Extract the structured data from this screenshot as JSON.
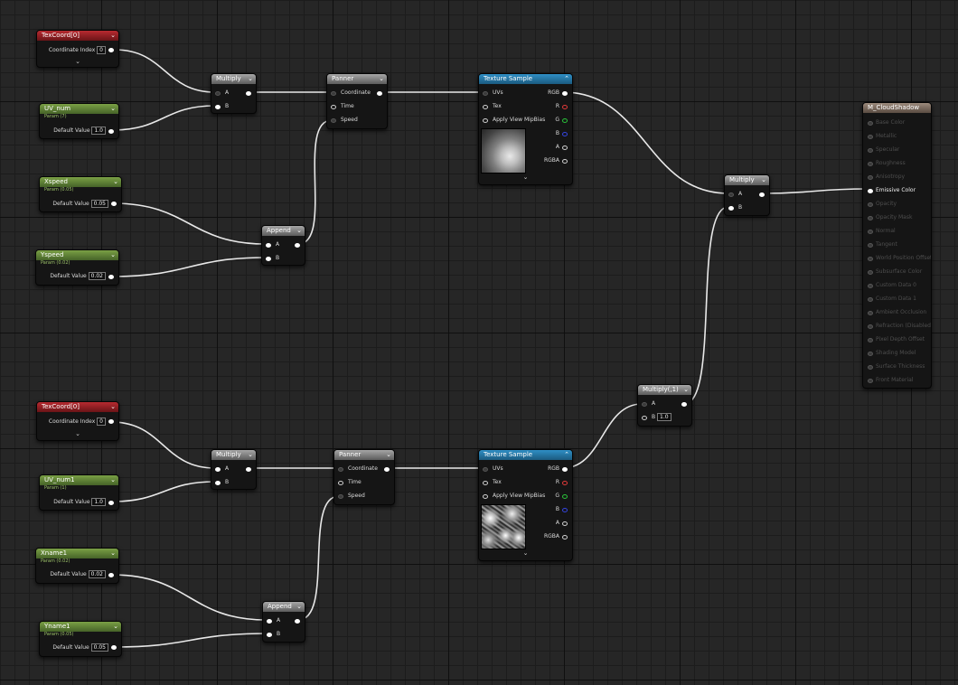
{
  "nodes": {
    "texcoord_top": {
      "title": "TexCoord[0]",
      "coordinate_index_label": "Coordinate Index",
      "coordinate_index_value": "0"
    },
    "uv_num": {
      "title": "UV_num",
      "param": "Param (7)",
      "default_label": "Default Value",
      "default_value": "1.0"
    },
    "xspeed": {
      "title": "Xspeed",
      "param": "Param (0.05)",
      "default_label": "Default Value",
      "default_value": "0.05"
    },
    "yspeed": {
      "title": "Yspeed",
      "param": "Param (0.02)",
      "default_label": "Default Value",
      "default_value": "0.02"
    },
    "multiply_top": {
      "title": "Multiply",
      "a": "A",
      "b": "B"
    },
    "append_top": {
      "title": "Append",
      "a": "A",
      "b": "B"
    },
    "panner_top": {
      "title": "Panner",
      "coordinate": "Coordinate",
      "time": "Time",
      "speed": "Speed"
    },
    "texsample_top": {
      "title": "Texture Sample",
      "uvs": "UVs",
      "tex": "Tex",
      "mip": "Apply View MipBias",
      "rgb": "RGB",
      "r": "R",
      "g": "G",
      "b": "B",
      "a": "A",
      "rgba": "RGBA"
    },
    "multiply_mid": {
      "title": "Multiply",
      "a": "A",
      "b": "B"
    },
    "output": {
      "title": "M_CloudShadow",
      "pins": [
        "Base Color",
        "Metallic",
        "Specular",
        "Roughness",
        "Anisotropy",
        "Emissive Color",
        "Opacity",
        "Opacity Mask",
        "Normal",
        "Tangent",
        "World Position Offset",
        "Subsurface Color",
        "Custom Data 0",
        "Custom Data 1",
        "Ambient Occlusion",
        "Refraction (Disabled)",
        "Pixel Depth Offset",
        "Shading Model",
        "Surface Thickness",
        "Front Material"
      ],
      "active_pin": "Emissive Color"
    },
    "multiply_const": {
      "title": "Multiply(,1)",
      "a": "A",
      "b": "B",
      "b_value": "1.0"
    },
    "texcoord_bottom": {
      "title": "TexCoord[0]",
      "coordinate_index_label": "Coordinate Index",
      "coordinate_index_value": "0"
    },
    "uv_num1": {
      "title": "UV_num1",
      "param": "Param (1)",
      "default_label": "Default Value",
      "default_value": "1.0"
    },
    "xname1": {
      "title": "Xname1",
      "param": "Param (0.02)",
      "default_label": "Default Value",
      "default_value": "0.02"
    },
    "yname1": {
      "title": "Yname1",
      "param": "Param (0.05)",
      "default_label": "Default Value",
      "default_value": "0.05"
    },
    "multiply_bottom": {
      "title": "Multiply",
      "a": "A",
      "b": "B"
    },
    "append_bottom": {
      "title": "Append",
      "a": "A",
      "b": "B"
    },
    "panner_bottom": {
      "title": "Panner",
      "coordinate": "Coordinate",
      "time": "Time",
      "speed": "Speed"
    },
    "texsample_bottom": {
      "title": "Texture Sample",
      "uvs": "UVs",
      "tex": "Tex",
      "mip": "Apply View MipBias",
      "rgb": "RGB",
      "r": "R",
      "g": "G",
      "b": "B",
      "a": "A",
      "rgba": "RGBA"
    }
  },
  "colors": {
    "wire": "#e8e8e8",
    "param_header": "#6b9a3a",
    "texcoord_header": "#a3252a",
    "math_header": "#8c8c8c",
    "texture_header": "#2a86bd",
    "output_header": "#8c7a6c"
  }
}
